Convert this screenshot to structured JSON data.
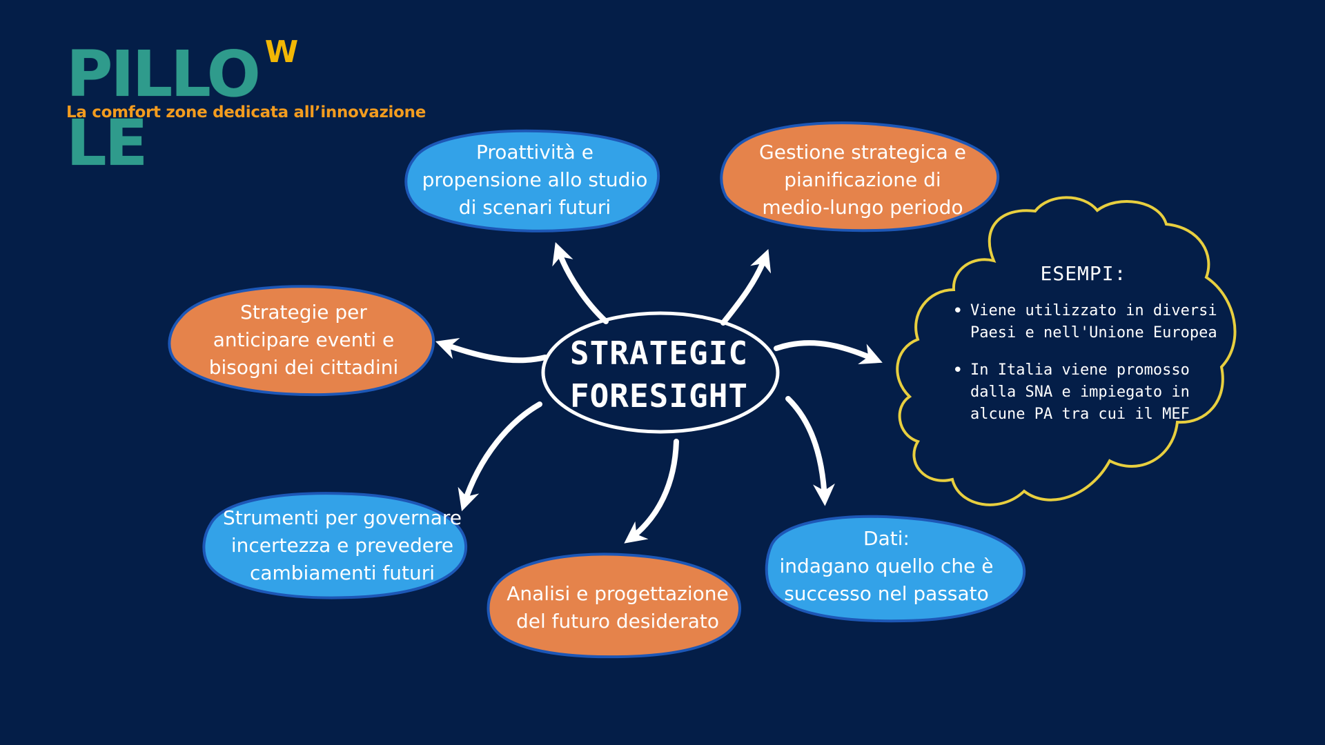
{
  "logo": {
    "wordmark": "PILLO LE",
    "wordmark_accent": "W",
    "tagline": "La comfort zone dedicata all’innovazione"
  },
  "colors": {
    "background": "#041e48",
    "blue_node": "#33a2e8",
    "orange_node": "#e5834b",
    "node_border": "#1d57b6",
    "cloud_border": "#e8cf3f",
    "logo_teal": "#2f9b8c",
    "logo_orange": "#f39c1f"
  },
  "center": {
    "label": "STRATEGIC\nFORESIGHT"
  },
  "nodes": [
    {
      "id": "proattivita",
      "color": "blue",
      "text": "Proattività e\npropensione allo studio\ndi scenari futuri"
    },
    {
      "id": "gestione",
      "color": "orange",
      "text": "Gestione strategica e\npianificazione di\nmedio-lungo periodo"
    },
    {
      "id": "strategie",
      "color": "orange",
      "text": "Strategie per\nanticipare eventi e\nbisogni dei cittadini"
    },
    {
      "id": "strumenti",
      "color": "blue",
      "text": "Strumenti per governare\nincertezza e prevedere\ncambiamenti futuri"
    },
    {
      "id": "analisi",
      "color": "orange",
      "text": "Analisi e progettazione\ndel futuro desiderato"
    },
    {
      "id": "dati",
      "color": "blue",
      "text": "Dati:\nindagano quello che è\nsuccesso nel passato"
    }
  ],
  "examples": {
    "title": "ESEMPI:",
    "items": [
      "Viene utilizzato in diversi\nPaesi e nell'Unione Europea",
      "In Italia viene promosso\ndalla SNA e impiegato in\nalcune PA tra cui il MEF"
    ]
  }
}
